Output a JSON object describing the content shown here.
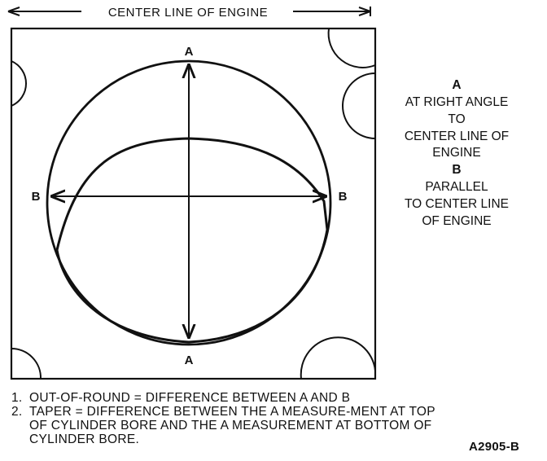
{
  "header": {
    "title": "CENTER LINE OF ENGINE"
  },
  "labels": {
    "a_top": "A",
    "a_bottom": "A",
    "b_left": "B",
    "b_right": "B"
  },
  "legend": [
    {
      "text": "A",
      "bold": true
    },
    {
      "text": "AT RIGHT ANGLE",
      "bold": false
    },
    {
      "text": "TO",
      "bold": false
    },
    {
      "text": "CENTER LINE OF",
      "bold": false
    },
    {
      "text": "ENGINE",
      "bold": false
    },
    {
      "text": "B",
      "bold": true
    },
    {
      "text": "PARALLEL",
      "bold": false
    },
    {
      "text": "TO CENTER LINE",
      "bold": false
    },
    {
      "text": "OF ENGINE",
      "bold": false
    }
  ],
  "notes": [
    {
      "num": "1.",
      "text": "OUT-OF-ROUND  = DIFFERENCE BETWEEN A AND B"
    },
    {
      "num": "2.",
      "text": "TAPER = DIFFERENCE BETWEEN THE A MEASURE-MENT AT TOP OF CYLINDER BORE AND THE A MEASUREMENT AT BOTTOM OF CYLINDER BORE."
    }
  ],
  "figure_id": "A2905-B"
}
